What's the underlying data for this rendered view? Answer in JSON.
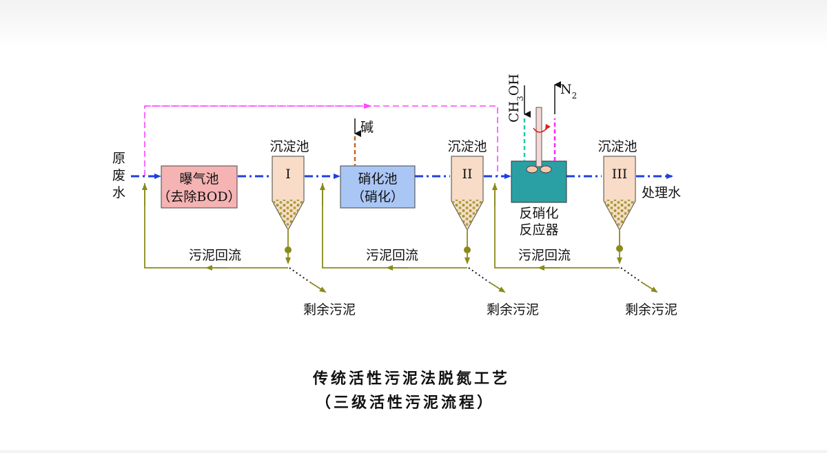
{
  "raw_water_label": [
    "原",
    "废",
    "水"
  ],
  "treated_water_label": "处理水",
  "aeration_tank": {
    "line1": "曝气池",
    "line2": "（去除BOD）"
  },
  "nitrification_tank": {
    "line1": "硝化池",
    "line2": "（硝化）"
  },
  "denitrification_reactor": {
    "line1": "反硝化",
    "line2": "反应器"
  },
  "clarifier_label": "沉淀池",
  "clarifiers": [
    "I",
    "II",
    "III"
  ],
  "sludge_return_label": "污泥回流",
  "excess_sludge_label": "剩余污泥",
  "alkali_label": "碱",
  "methanol_label": "CH3OH",
  "nitrogen_label": "N2",
  "title": "传统活性污泥法脱氮工艺",
  "subtitle": "（三级活性污泥流程）",
  "colors": {
    "main_flow": "#1f3fe0",
    "bypass": "#ff44ff",
    "sludge_line": "#8a8a1a",
    "aeration_fill": "#f5b3b3",
    "nitrification_fill": "#a9c6f5",
    "reactor_fill": "#2aa0a4",
    "clarifier_fill": "#f8dcc8",
    "sludge_dots": "#9a9a30",
    "alkali_dose": "#c8641e",
    "methanol_dose": "#22ccaa"
  }
}
